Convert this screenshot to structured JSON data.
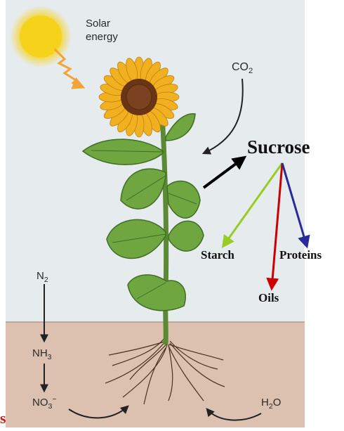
{
  "labels": {
    "solar_line1": "Solar",
    "solar_line2": "energy",
    "co2": {
      "base": "CO",
      "sub": "2"
    },
    "n2": {
      "base": "N",
      "sub": "2"
    },
    "nh3": {
      "base": "NH",
      "sub": "3"
    },
    "no3": {
      "base": "NO",
      "sub": "3",
      "sup": "−"
    },
    "h2o": {
      "base": "H",
      "sub": "2",
      "tail": "O"
    },
    "sucrose": "Sucrose",
    "starch": "Starch",
    "proteins": "Proteins",
    "oils": "Oils",
    "edge_fragment": "s"
  },
  "colors": {
    "sky": "#e6ebee",
    "soil": "#ddc1b0",
    "sun": "#f7d21b",
    "solar_ray": "#f0a43a",
    "leaf": "#6fa63f",
    "leaf_vein": "#3f6e25",
    "petal": "#f0b020",
    "flower_center": "#6a3515",
    "black_arrow": "#000000",
    "starch_arrow": "#99cc22",
    "oils_arrow": "#cc0000",
    "proteins_arrow": "#2a2a9a",
    "edge_text": "#d01818"
  }
}
